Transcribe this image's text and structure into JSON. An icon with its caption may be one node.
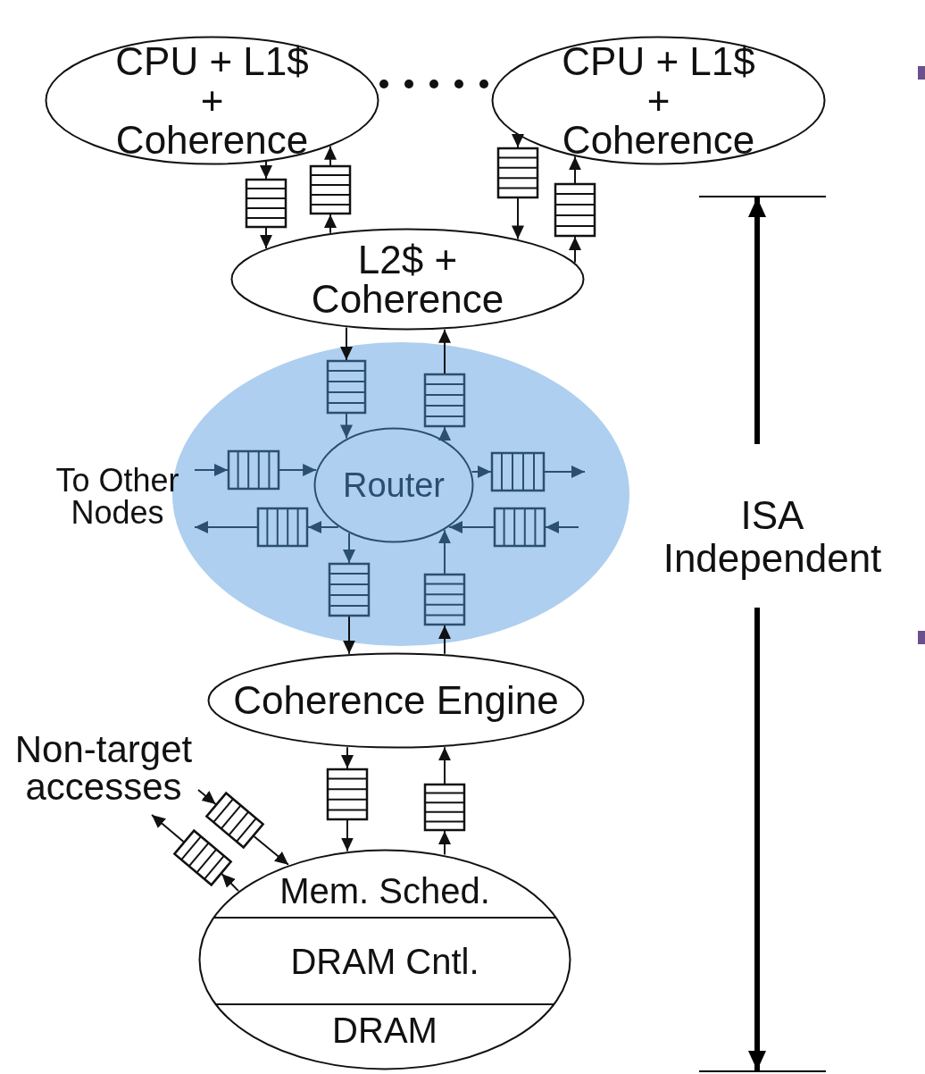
{
  "diagram": {
    "nodes": [
      {
        "text": [
          "CPU + L1$ + Coherence"
        ]
      },
      {
        "text": [
          "CPU + L1$ + Coherence"
        ]
      },
      {
        "text": [
          "L2$ + Coherence"
        ]
      },
      {
        "text": [],
        "shape": "queue"
      },
      {
        "text": [],
        "shape": "queue"
      },
      {
        "text": [],
        "shape": "queue"
      },
      {
        "text": [],
        "shape": "queue"
      },
      {
        "text": [],
        "shape": "ellipse"
      },
      {
        "text": [],
        "shape": "queue",
        "in": 7
      },
      {
        "text": [],
        "shape": "queue",
        "in": 7
      },
      {
        "text": [
          "Router"
        ],
        "in": 7
      },
      {
        "text": [
          "To Other Nodes"
        ]
      },
      {
        "text": [],
        "shape": "queue",
        "in": 7
      },
      {
        "text": [],
        "shape": "queue",
        "in": 7
      },
      {
        "text": [],
        "shape": "queue",
        "in": 7
      },
      {
        "text": [],
        "shape": "queue",
        "in": 7
      },
      {
        "text": [],
        "shape": "queue",
        "in": 7
      },
      {
        "text": [],
        "shape": "queue",
        "in": 7
      },
      {
        "text": [
          "Coherence Engine"
        ]
      },
      {
        "text": [
          "Non-target accesses"
        ]
      },
      {
        "text": [],
        "shape": "queue"
      },
      {
        "text": [],
        "shape": "queue"
      },
      {
        "text": [],
        "shape": "queue"
      },
      {
        "text": [],
        "shape": "queue"
      },
      {
        "text": [
          "Mem. Sched.",
          "DRAM Cntl.",
          "DRAM"
        ]
      }
    ],
    "edges": [
      {
        "from": 0,
        "to": 3,
        "arrow": "to"
      },
      {
        "from": 3,
        "to": 2,
        "arrow": "to"
      },
      {
        "from": 2,
        "to": 4,
        "arrow": "to"
      },
      {
        "from": 4,
        "to": 0,
        "arrow": "to"
      },
      {
        "from": 1,
        "to": 5,
        "arrow": "to"
      },
      {
        "from": 5,
        "to": 2,
        "arrow": "to"
      },
      {
        "from": 2,
        "to": 6,
        "arrow": "to"
      },
      {
        "from": 6,
        "to": 1,
        "arrow": "to"
      },
      {
        "from": 2,
        "to": 8,
        "arrow": "to"
      },
      {
        "from": 8,
        "to": 10,
        "arrow": "to",
        "color": "#2b4f70"
      },
      {
        "from": 10,
        "to": 9,
        "arrow": "to",
        "color": "#2b4f70"
      },
      {
        "from": 9,
        "to": 2,
        "arrow": "to"
      },
      {
        "from": 11,
        "to": 12,
        "arrow": "to",
        "color": "#2b4f70"
      },
      {
        "from": 12,
        "to": 10,
        "arrow": "to",
        "color": "#2b4f70"
      },
      {
        "from": 10,
        "to": 13,
        "arrow": "to",
        "color": "#2b4f70"
      },
      {
        "from": 13,
        "to": 11,
        "arrow": "to",
        "color": "#2b4f70"
      },
      {
        "from": 10,
        "to": 14,
        "arrow": "to",
        "color": "#2b4f70"
      },
      {
        "from": 14,
        "to": null,
        "arrow": "to",
        "color": "#2b4f70"
      },
      {
        "from": null,
        "to": 15,
        "arrow": "to",
        "color": "#2b4f70"
      },
      {
        "from": 15,
        "to": 10,
        "arrow": "to",
        "color": "#2b4f70"
      },
      {
        "from": 10,
        "to": 16,
        "arrow": "to",
        "color": "#2b4f70"
      },
      {
        "from": 16,
        "to": 18,
        "arrow": "to"
      },
      {
        "from": 18,
        "to": 17,
        "arrow": "to"
      },
      {
        "from": 17,
        "to": 10,
        "arrow": "to",
        "color": "#2b4f70"
      },
      {
        "from": 18,
        "to": 20,
        "arrow": "to"
      },
      {
        "from": 20,
        "to": 24,
        "arrow": "to"
      },
      {
        "from": 24,
        "to": 21,
        "arrow": "to"
      },
      {
        "from": 21,
        "to": 18,
        "arrow": "to"
      },
      {
        "from": 19,
        "to": 22,
        "arrow": "to"
      },
      {
        "from": 22,
        "to": 24,
        "arrow": "to"
      },
      {
        "from": 24,
        "to": 23,
        "arrow": "to"
      },
      {
        "from": 23,
        "to": 19,
        "arrow": "to"
      }
    ],
    "labels": [
      "ISA Independent"
    ]
  }
}
